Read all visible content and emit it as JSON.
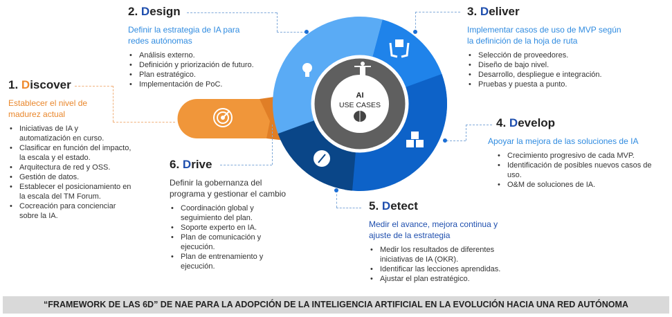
{
  "center": {
    "line1": "AI",
    "line2": "USE CASES"
  },
  "colors": {
    "orange": "#f0963a",
    "light_blue": "#5aabf5",
    "mid_blue": "#1f83ea",
    "dark_blue": "#0d62c8",
    "darkest_blue": "#0a4688"
  },
  "steps": {
    "discover": {
      "num": "1.",
      "initial": "D",
      "rest": "iscover",
      "icon": "target-icon",
      "subtitle": "Establecer el nivel de madurez actual",
      "bullets": [
        "Iniciativas de IA y automatización en curso.",
        "Clasificar en función del impacto, la escala y el estado.",
        "Arquitectura de red y OSS.",
        "Gestión de datos.",
        "Establecer el posicionamiento en la escala del TM Forum.",
        "Cocreación para concienciar sobre la IA."
      ]
    },
    "design": {
      "num": "2.",
      "initial": "D",
      "rest": "esign",
      "icon": "lightbulb-icon",
      "subtitle": "Definir la estrategia de IA para redes autónomas",
      "bullets": [
        "Análisis externo.",
        "Definición y priorización de futuro.",
        "Plan estratégico.",
        "Implementación de PoC."
      ]
    },
    "deliver": {
      "num": "3.",
      "initial": "D",
      "rest": "eliver",
      "icon": "hands-box-icon",
      "subtitle": "Implementar casos de uso de MVP según la definición de la hoja de ruta",
      "bullets": [
        "Selección de proveedores.",
        "Diseño de bajo nivel.",
        "Desarrollo, despliegue e integración.",
        "Pruebas y puesta a punto."
      ]
    },
    "develop": {
      "num": "4.",
      "initial": "D",
      "rest": "evelop",
      "icon": "cubes-icon",
      "subtitle": "Apoyar la mejora de las soluciones de IA",
      "bullets": [
        "Crecimiento progresivo de cada MVP.",
        "Identificación de posibles nuevos casos de uso.",
        "O&M de soluciones de IA."
      ]
    },
    "detect": {
      "num": "5.",
      "initial": "D",
      "rest": "etect",
      "icon": "gauge-icon",
      "subtitle": "Medir el avance, mejora continua y ajuste de la estrategia",
      "bullets": [
        "Medir los resultados de diferentes iniciativas de IA (OKR).",
        "Identificar las lecciones aprendidas.",
        "Ajustar el plan estratégico."
      ]
    },
    "drive": {
      "num": "6.",
      "initial": "D",
      "rest": "rive",
      "icon": "conductor-icon",
      "subtitle": "Definir la gobernanza del programa y gestionar el cambio",
      "bullets": [
        "Coordinación global y seguimiento del plan.",
        "Soporte experto en IA.",
        "Plan de comunicación y ejecución.",
        "Plan de entrenamiento y ejecución."
      ]
    }
  },
  "footer": "“FRAMEWORK DE LAS 6D” DE NAE PARA LA ADOPCIÓN DE LA INTELIGENCIA ARTIFICIAL EN LA EVOLUCIÓN HACIA UNA RED AUTÓNOMA"
}
